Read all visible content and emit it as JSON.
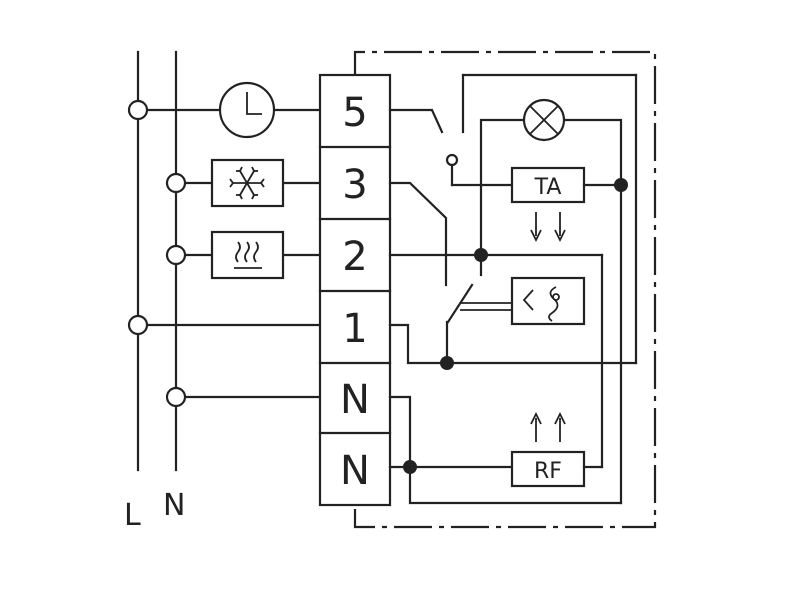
{
  "rails": {
    "live": "L",
    "neutral": "N"
  },
  "terminals": [
    "5",
    "3",
    "2",
    "1",
    "N",
    "N"
  ],
  "components": {
    "thermal_accelerator": "TA",
    "reduction_feature": "RF"
  },
  "icons": {
    "clock": "clock-icon",
    "cooling": "snowflake-icon",
    "heating": "heater-icon",
    "lamp": "lamp-icon",
    "temperature_sensor": "temperature-sensor-icon"
  },
  "colors": {
    "line": "#222222",
    "background": "#ffffff"
  }
}
